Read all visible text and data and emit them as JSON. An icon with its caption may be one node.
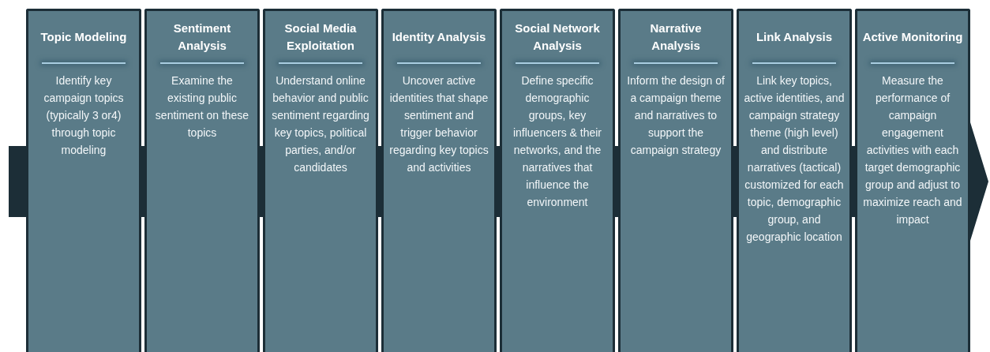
{
  "diagram": {
    "nodes": [
      {
        "text": [
          "Topic Modeling",
          "Identify key campaign topics (typically 3 or4) through topic modeling"
        ]
      },
      {
        "text": [
          "Sentiment Analysis",
          "Examine the existing public sentiment on these topics"
        ]
      },
      {
        "text": [
          "Social Media Exploitation",
          "Understand online behavior and public sentiment regarding key topics, political parties, and/or candidates"
        ]
      },
      {
        "text": [
          "Identity Analysis",
          "Uncover active identities that shape sentiment and trigger behavior regarding key topics and activities"
        ]
      },
      {
        "text": [
          "Social Network Analysis",
          "Define specific demographic groups, key influencers & their networks, and the narratives that influence the environment"
        ]
      },
      {
        "text": [
          "Narrative Analysis",
          "Inform the design of a campaign theme and narratives to support the campaign strategy"
        ]
      },
      {
        "text": [
          "Link Analysis",
          "Link key topics, active identities, and campaign strategy theme (high level) and distribute narratives (tactical) customized for each topic, demographic group, and geographic location"
        ]
      },
      {
        "text": [
          "Active Monitoring",
          "Measure the performance of campaign engagement activities with each target demographic group and adjust to maximize reach and impact"
        ]
      }
    ]
  }
}
